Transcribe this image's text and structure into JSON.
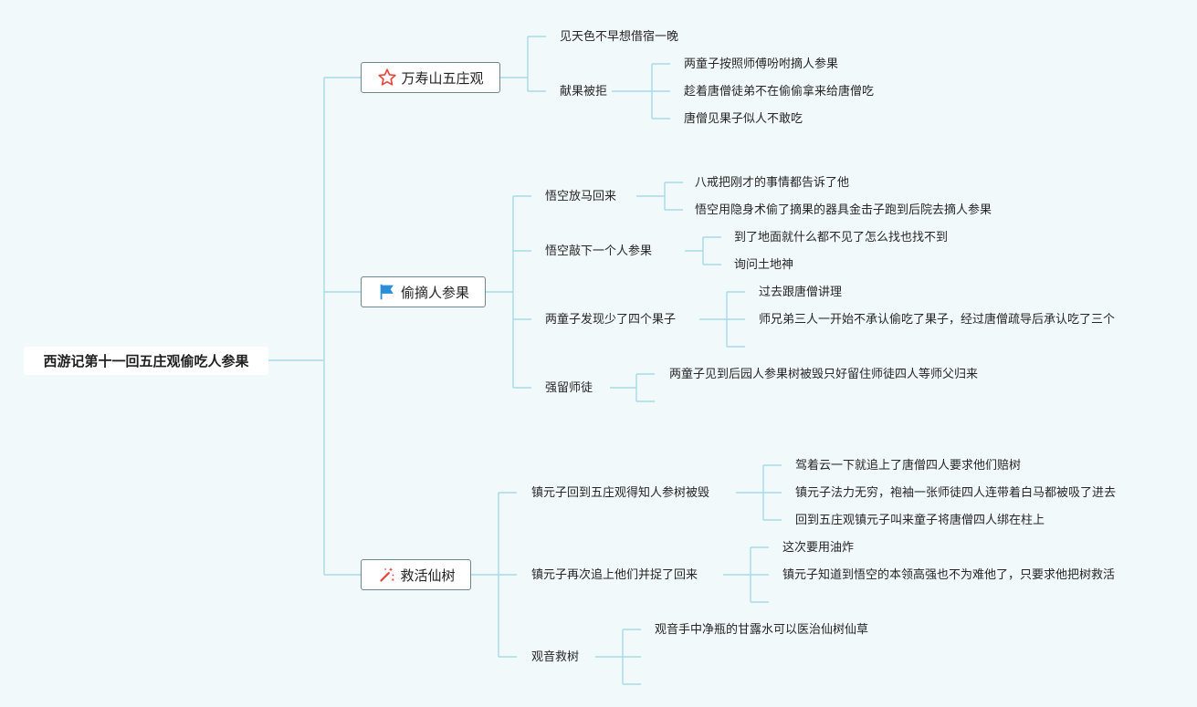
{
  "root": {
    "text": "西游记第十一回五庄观偷吃人参果"
  },
  "branches": [
    {
      "text": "万寿山五庄观",
      "icon": "star-icon",
      "children": [
        {
          "text": "见天色不早想借宿一晚",
          "children": []
        },
        {
          "text": "献果被拒",
          "children": [
            {
              "text": "两童子按照师傅吩咐摘人参果"
            },
            {
              "text": "趁着唐僧徒弟不在偷偷拿来给唐僧吃"
            },
            {
              "text": "唐僧见果子似人不敢吃"
            }
          ]
        }
      ]
    },
    {
      "text": "偷摘人参果",
      "icon": "flag-icon",
      "children": [
        {
          "text": "悟空放马回来",
          "children": [
            {
              "text": "八戒把刚才的事情都告诉了他"
            },
            {
              "text": "悟空用隐身术偷了摘果的器具金击子跑到后院去摘人参果"
            }
          ]
        },
        {
          "text": "悟空敲下一个人参果",
          "children": [
            {
              "text": "到了地面就什么都不见了怎么找也找不到"
            },
            {
              "text": "询问土地神"
            }
          ]
        },
        {
          "text": "两童子发现少了四个果子",
          "children": [
            {
              "text": "过去跟唐僧讲理"
            },
            {
              "text": "师兄弟三人一开始不承认偷吃了果子，经过唐僧疏导后承认吃了三个"
            },
            {
              "text": ""
            }
          ]
        },
        {
          "text": "强留师徒",
          "children": [
            {
              "text": "两童子见到后园人参果树被毁只好留住师徒四人等师父归来"
            },
            {
              "text": ""
            }
          ]
        }
      ]
    },
    {
      "text": "救活仙树",
      "icon": "magic-wand-icon",
      "children": [
        {
          "text": "镇元子回到五庄观得知人参树被毁",
          "children": [
            {
              "text": "驾着云一下就追上了唐僧四人要求他们赔树"
            },
            {
              "text": "镇元子法力无穷，袍袖一张师徒四人连带着白马都被吸了进去"
            },
            {
              "text": "回到五庄观镇元子叫来童子将唐僧四人绑在柱上"
            }
          ]
        },
        {
          "text": "镇元子再次追上他们并捉了回来",
          "children": [
            {
              "text": "这次要用油炸"
            },
            {
              "text": "镇元子知道到悟空的本领高强也不为难他了，只要求他把树救活"
            },
            {
              "text": ""
            }
          ]
        },
        {
          "text": "观音救树",
          "children": [
            {
              "text": "观音手中净瓶的甘露水可以医治仙树仙草"
            },
            {
              "text": ""
            }
          ]
        }
      ]
    }
  ],
  "colors": {
    "connector": "#a6dbe8",
    "background": "#f2f9fb",
    "star": "#e5473e",
    "flag": "#2a8fd8",
    "wand": "#e5473e"
  }
}
